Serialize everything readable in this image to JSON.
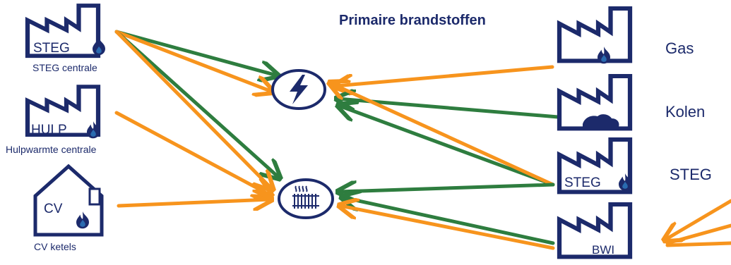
{
  "title": "Primaire brandstoffen",
  "plants_left": {
    "steg": {
      "box_label": "STEG",
      "caption": "STEG centrale"
    },
    "hulp": {
      "box_label": "HULP",
      "caption": "Hulpwarmte centrale"
    },
    "cv": {
      "box_label": "CV",
      "caption": "CV ketels"
    }
  },
  "plants_right": {
    "gas": {
      "label": "Gas"
    },
    "kolen": {
      "label": "Kolen"
    },
    "steg": {
      "box_label": "STEG",
      "label": "STEG"
    },
    "bwi": {
      "box_label": "BWI"
    }
  },
  "icons": {
    "electricity": "lightning-bolt-icon",
    "heat": "radiator-icon"
  },
  "colors": {
    "navy": "#1c2a6b",
    "orange": "#f7941d",
    "green": "#2e7d3f",
    "flame": "#2a6bb0"
  }
}
